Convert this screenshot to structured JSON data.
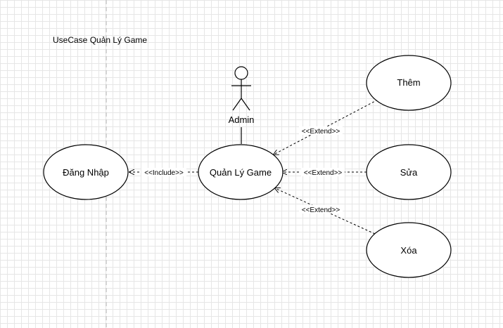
{
  "diagram": {
    "title": "UseCase Quản Lý Game",
    "actor": {
      "label": "Admin"
    },
    "usecases": {
      "login": "Đăng Nhập",
      "manage": "Quản Lý Game",
      "add": "Thêm",
      "edit": "Sửa",
      "delete": "Xóa"
    },
    "relations": {
      "include": "<<Include>>",
      "extend_add": "<<Extend>>",
      "extend_edit": "<<Extend>>",
      "extend_delete": "<<Extend>>"
    }
  }
}
